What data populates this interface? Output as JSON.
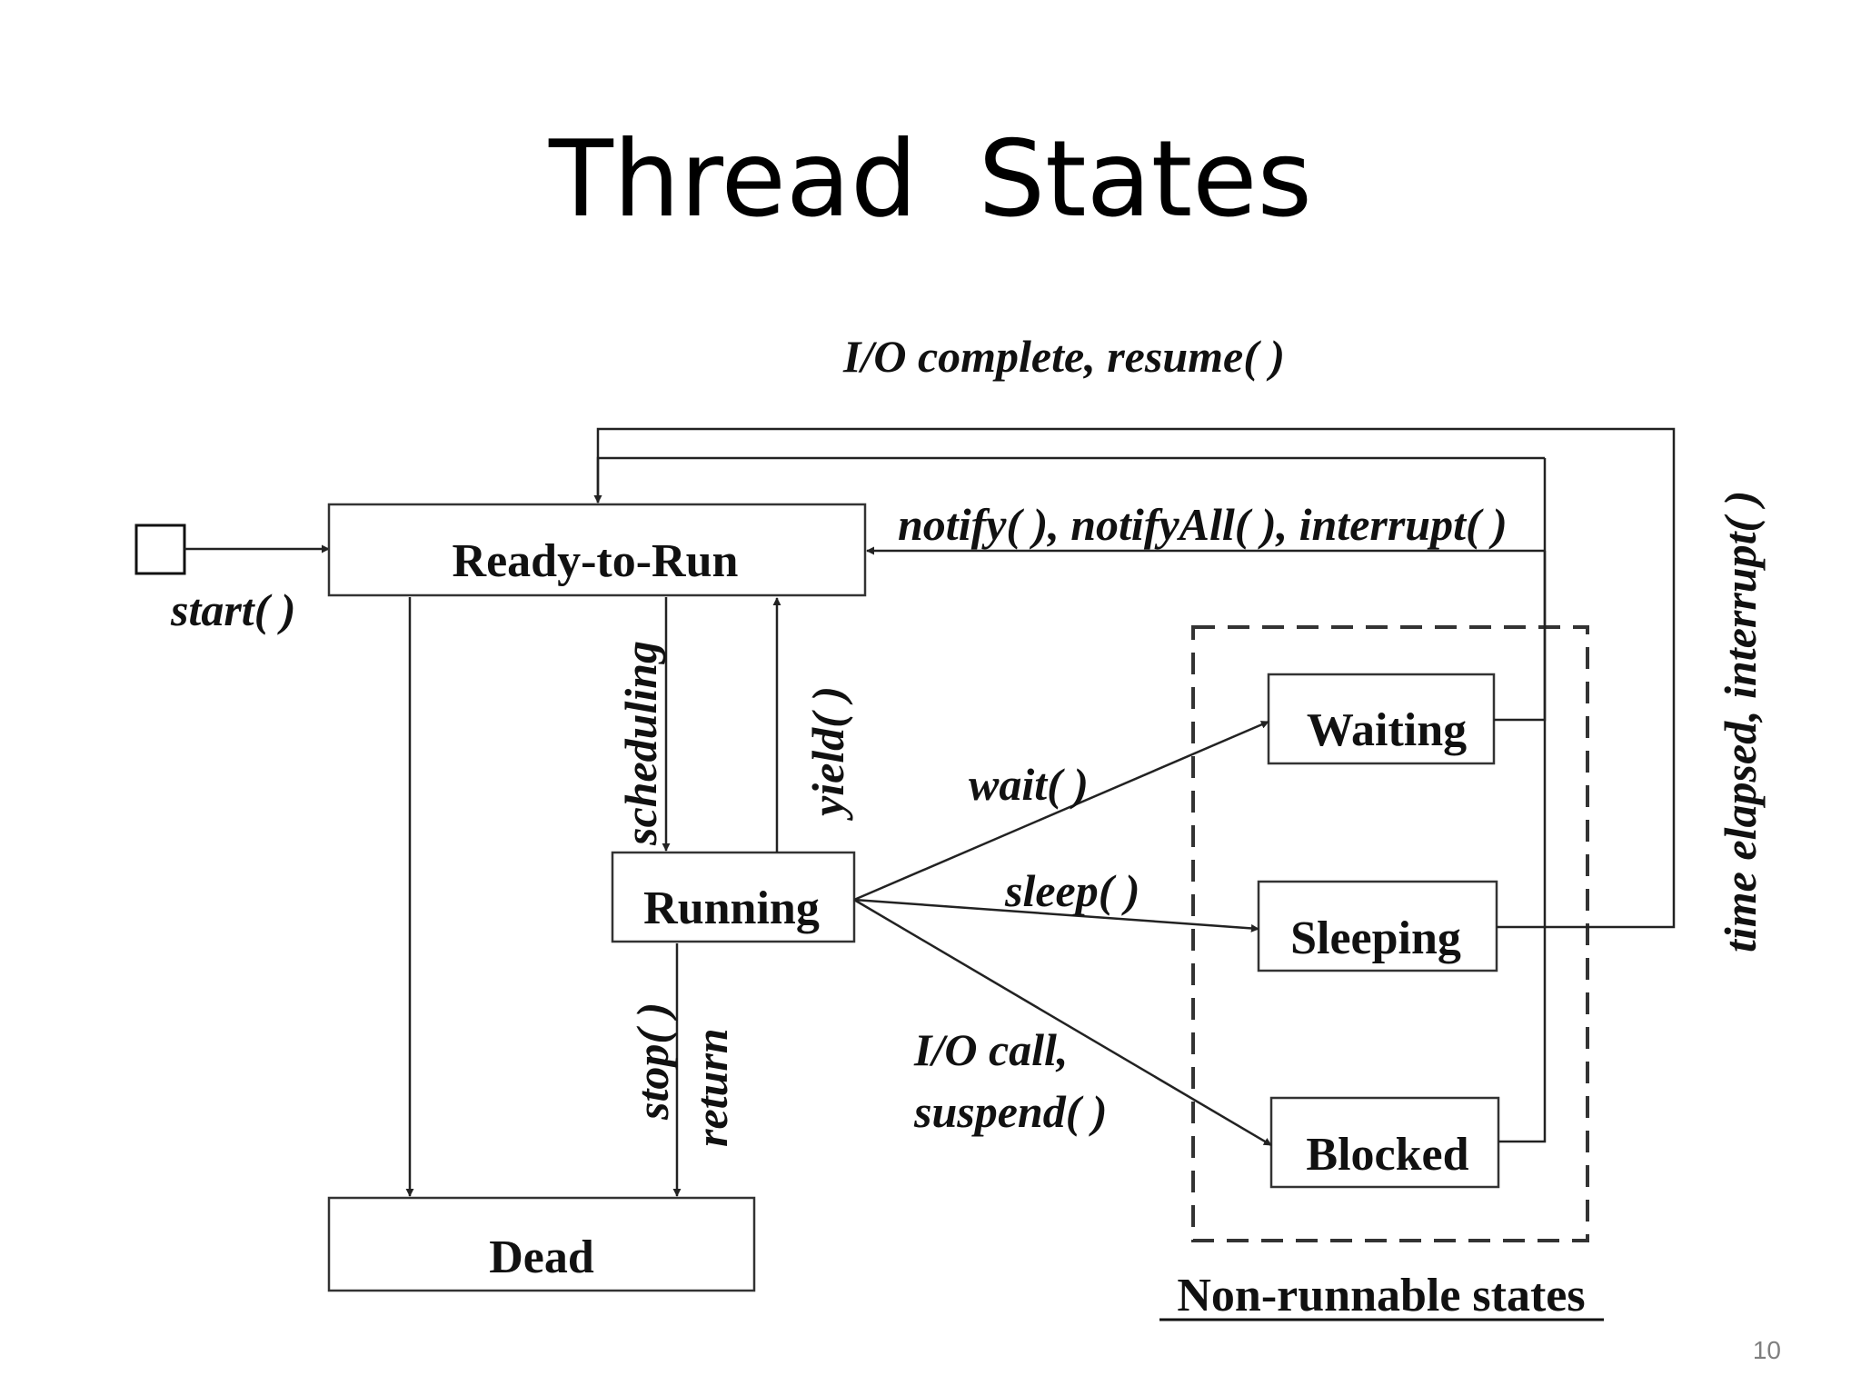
{
  "title": "Thread  States",
  "page_number": "10",
  "states": {
    "ready": "Ready-to-Run",
    "running": "Running",
    "dead": "Dead",
    "waiting": "Waiting",
    "sleeping": "Sleeping",
    "blocked": "Blocked"
  },
  "group_label": "Non-runnable states",
  "transitions": {
    "start": "start( )",
    "scheduling": "scheduling",
    "yield": "yield( )",
    "wait": "wait( )",
    "sleep": "sleep( )",
    "io_call_line1": "I/O call,",
    "io_call_line2": "suspend( )",
    "stop": "stop( )",
    "return": "return",
    "notify": "notify( ), notifyAll( ), interrupt( )",
    "io_complete": "I/O complete, resume( )",
    "time_elapsed": "time elapsed, interrupt( )"
  }
}
